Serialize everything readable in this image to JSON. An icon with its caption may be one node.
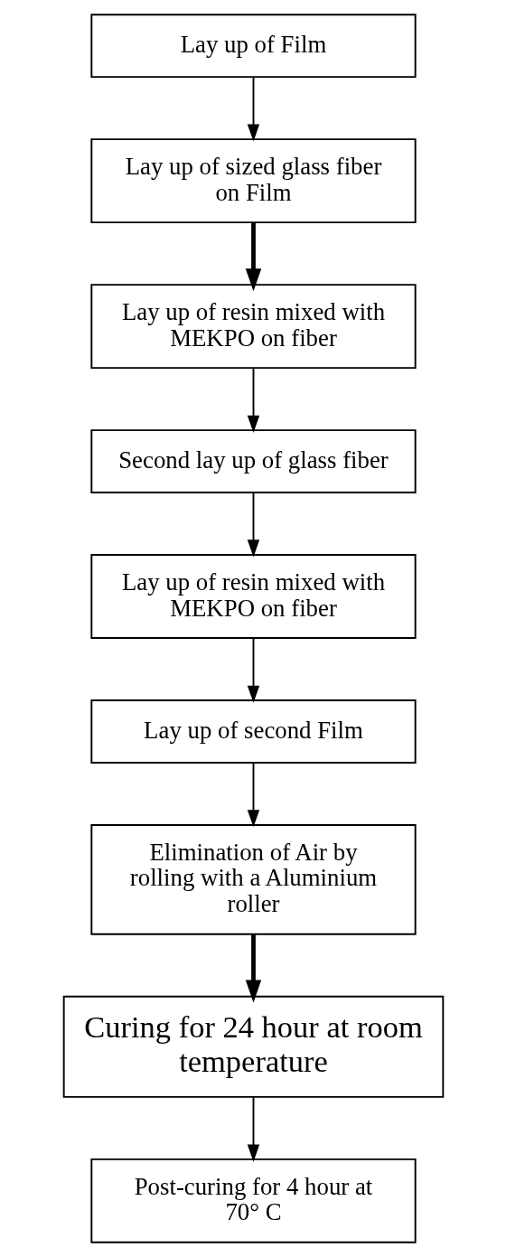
{
  "diagram": {
    "nodes": [
      {
        "text": [
          "Lay up of Film"
        ]
      },
      {
        "text": [
          "Lay up of sized glass fiber on Film"
        ]
      },
      {
        "text": [
          "Lay up of resin mixed with MEKPO on fiber"
        ]
      },
      {
        "text": [
          "Second lay up of glass fiber"
        ]
      },
      {
        "text": [
          "Lay up of resin mixed with MEKPO on fiber"
        ]
      },
      {
        "text": [
          "Lay up of second Film"
        ]
      },
      {
        "text": [
          "Elimination of Air by rolling with a Aluminium roller"
        ]
      },
      {
        "text": [
          "Curing for 24 hour at room temperature"
        ]
      },
      {
        "text": [
          "Post-curing for 4 hour at 70° C"
        ]
      }
    ],
    "edges": [
      {
        "from": 0,
        "to": 1,
        "arrow": "to"
      },
      {
        "from": 1,
        "to": 2,
        "arrow": "to",
        "style": "thick"
      },
      {
        "from": 2,
        "to": 3,
        "arrow": "to"
      },
      {
        "from": 3,
        "to": 4,
        "arrow": "to"
      },
      {
        "from": 4,
        "to": 5,
        "arrow": "to"
      },
      {
        "from": 5,
        "to": 6,
        "arrow": "to"
      },
      {
        "from": 6,
        "to": 7,
        "arrow": "to",
        "style": "thick"
      },
      {
        "from": 7,
        "to": 8,
        "arrow": "to"
      }
    ]
  }
}
